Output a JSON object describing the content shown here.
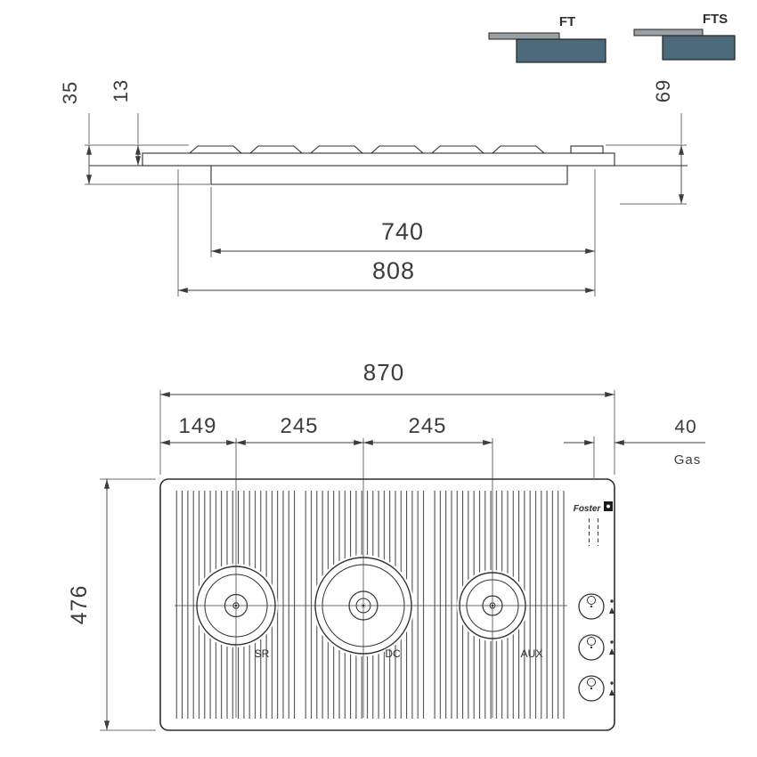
{
  "legend": {
    "ft_label": "FT",
    "fts_label": "FTS",
    "block_color": "#4c6a7c",
    "bar_color": "#9aa0a4"
  },
  "side_view": {
    "dim_overlap_height": "35",
    "dim_plate_height": "13",
    "dim_total_depth": "69",
    "dim_body_width": "740",
    "dim_overall_width": "808"
  },
  "plan_view": {
    "dim_width": "870",
    "dim_burner1_center": "149",
    "dim_burner_spacing_1": "245",
    "dim_burner_spacing_2": "245",
    "dim_gas_offset": "40",
    "gas_label": "Gas",
    "dim_depth": "476",
    "burners": [
      {
        "id": "semi-rapid",
        "label": "SR"
      },
      {
        "id": "double-crown",
        "label": "DC"
      },
      {
        "id": "auxiliary",
        "label": "AUX"
      }
    ],
    "brand": "Foster"
  }
}
